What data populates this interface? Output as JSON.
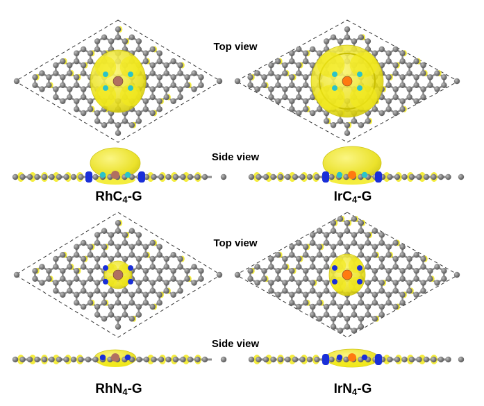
{
  "labels": {
    "top_view_1": "Top view",
    "side_view_1": "Side view",
    "top_view_2": "Top view",
    "side_view_2": "Side view"
  },
  "structures": [
    {
      "name_prefix": "RhC",
      "name_sub": "4",
      "name_suffix": "-G",
      "metal_color": "#b07060",
      "ligand_color": "#2bc3c8"
    },
    {
      "name_prefix": "IrC",
      "name_sub": "4",
      "name_suffix": "-G",
      "metal_color": "#ff7a10",
      "ligand_color": "#2bc3c8"
    },
    {
      "name_prefix": "RhN",
      "name_sub": "4",
      "name_suffix": "-G",
      "metal_color": "#b07060",
      "ligand_color": "#1a2fd8"
    },
    {
      "name_prefix": "IrN",
      "name_sub": "4",
      "name_suffix": "-G",
      "metal_color": "#ff7a10",
      "ligand_color": "#1a2fd8"
    }
  ],
  "colors": {
    "carbon": "#7f7f7f",
    "bond": "#8c8c8c",
    "isosurface": "#f2ea1d",
    "isosurface_edge": "#c9bf00",
    "negative_lobe": "#1a2fd8",
    "cell_border": "#333333"
  }
}
